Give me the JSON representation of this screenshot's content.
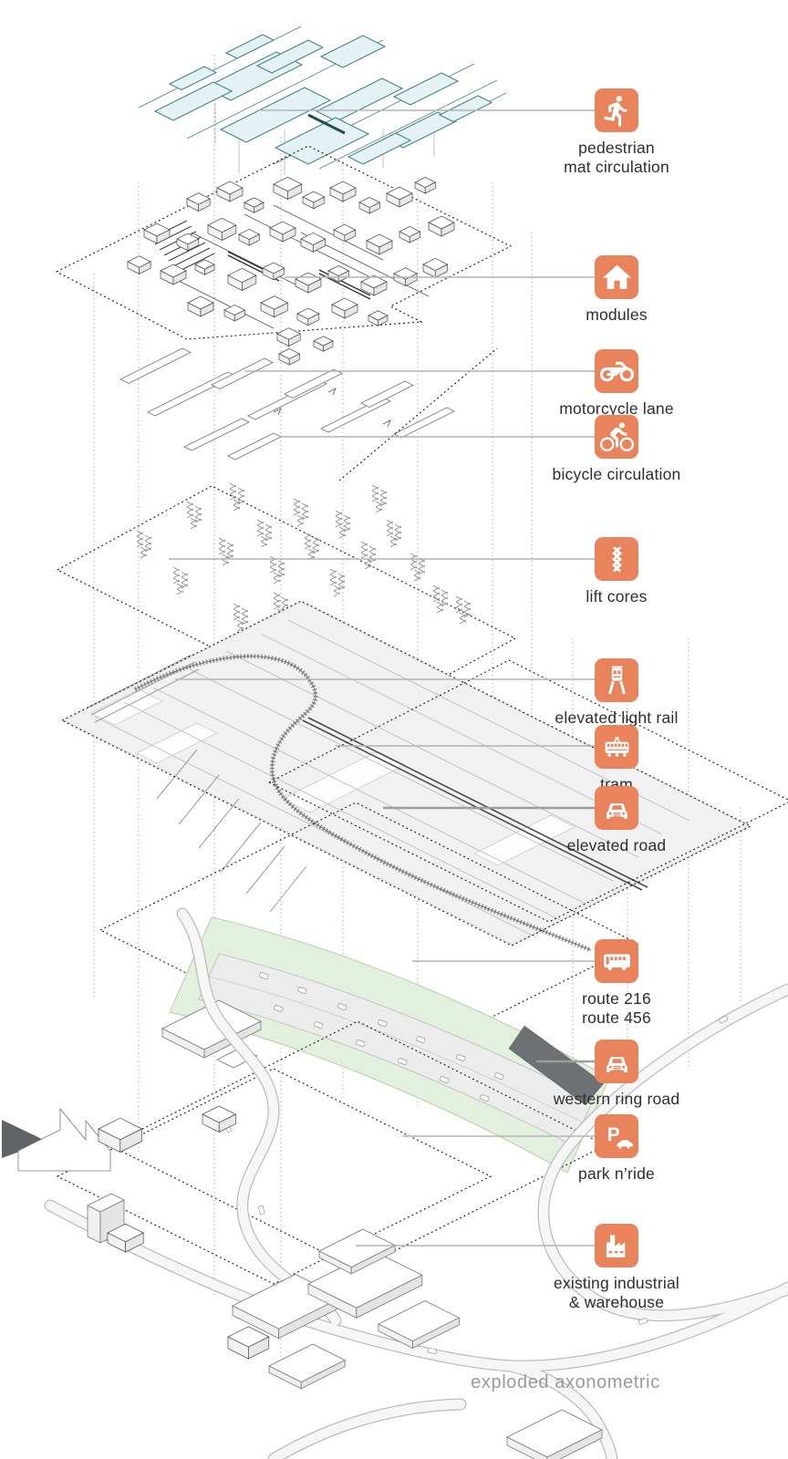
{
  "colors": {
    "accent": "#e8835c",
    "teal_outline": "#47858e",
    "teal_fill": "#e4f2f4",
    "green_fill": "#e3f0de",
    "green_edge": "#b5cfa9",
    "label": "#2e2e2e",
    "caption": "#9a9a9a",
    "leader": "#b3b3b3"
  },
  "legend": {
    "items": [
      {
        "id": "pedestrian-mat-circulation",
        "icon": "pedestrian-icon",
        "lines": [
          "pedestrian",
          "mat circulation"
        ]
      },
      {
        "id": "modules",
        "icon": "house-icon",
        "lines": [
          "modules"
        ]
      },
      {
        "id": "motorcycle-lane",
        "icon": "motorcycle-icon",
        "lines": [
          "motorcycle lane"
        ]
      },
      {
        "id": "bicycle-circulation",
        "icon": "bicycle-icon",
        "lines": [
          "bicycle circulation"
        ]
      },
      {
        "id": "lift-cores",
        "icon": "lift-core-icon",
        "lines": [
          "lift cores"
        ]
      },
      {
        "id": "elevated-light-rail",
        "icon": "light-rail-icon",
        "lines": [
          "elevated light rail"
        ]
      },
      {
        "id": "tram",
        "icon": "tram-icon",
        "lines": [
          "tram"
        ]
      },
      {
        "id": "elevated-road",
        "icon": "car-front-icon",
        "lines": [
          "elevated road"
        ]
      },
      {
        "id": "bus-routes",
        "icon": "bus-icon",
        "lines": [
          "route 216",
          "route 456"
        ]
      },
      {
        "id": "western-ring-road",
        "icon": "car-front-icon",
        "lines": [
          "western ring road"
        ]
      },
      {
        "id": "park-n-ride",
        "icon": "parking-icon",
        "lines": [
          "park n’ride"
        ]
      },
      {
        "id": "existing-industrial-warehouse",
        "icon": "factory-icon",
        "lines": [
          "existing industrial",
          "& warehouse"
        ]
      }
    ]
  },
  "footer": {
    "caption": "exploded axonometric"
  }
}
